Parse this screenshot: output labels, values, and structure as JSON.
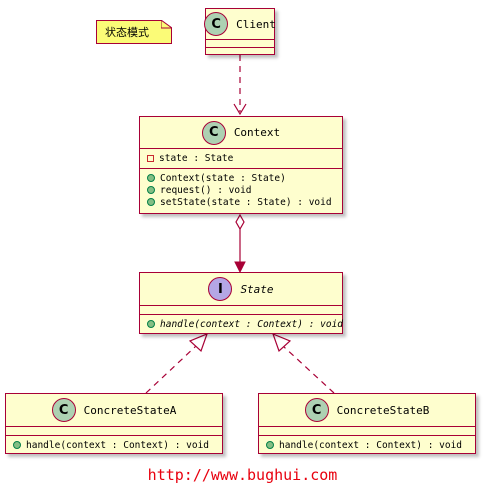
{
  "note": {
    "text": "状态模式"
  },
  "classes": {
    "client": {
      "name": "Client"
    },
    "context": {
      "name": "Context",
      "fields": [
        "state : State"
      ],
      "methods": [
        "Context(state : State)",
        "request() : void",
        "setState(state : State) : void"
      ]
    },
    "state": {
      "name": "State",
      "stereotype_icon": "I",
      "methods": [
        "handle(context : Context) : void"
      ]
    },
    "concrete_a": {
      "name": "ConcreteStateA",
      "methods": [
        "handle(context : Context) : void"
      ]
    },
    "concrete_b": {
      "name": "ConcreteStateB",
      "methods": [
        "handle(context : Context) : void"
      ]
    }
  },
  "class_icon": "C",
  "colors": {
    "border": "#a80036",
    "fill": "#fefece",
    "note": "#fbfb77",
    "class_icon": "#add1b2",
    "interface_icon": "#b4a7e5",
    "watermark": "#e8000e"
  },
  "watermark": "http://www.bughui.com"
}
